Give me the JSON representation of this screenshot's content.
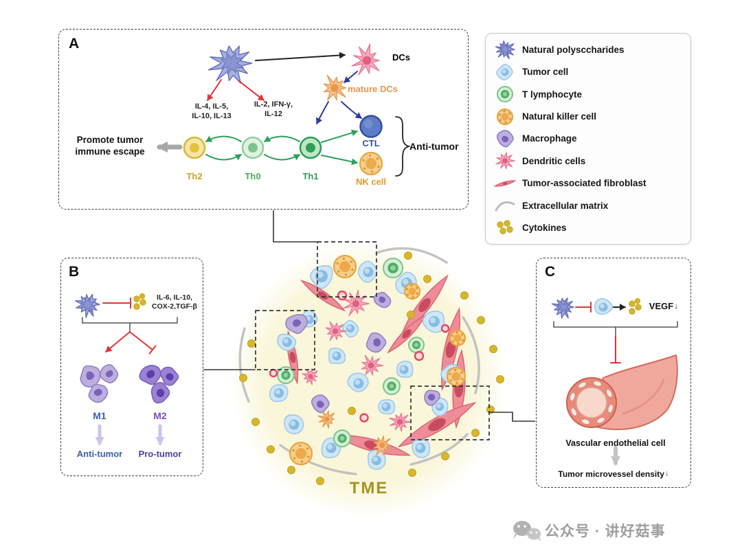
{
  "panel_a": {
    "label": "A",
    "dcs_label": "DCs",
    "mature_dcs_label": "mature DCs",
    "cytokines_left": "IL-4, IL-5,\nIL-10, IL-13",
    "cytokines_right": "IL-2, IFN-γ,\nIL-12",
    "promote_escape": "Promote tumor\nimmune escape",
    "th2_label": "Th2",
    "th0_label": "Th0",
    "th1_label": "Th1",
    "ctl_label": "CTL",
    "nk_label": "NK cell",
    "anti_tumor_label": "Anti-tumor"
  },
  "legend": {
    "items": [
      {
        "label": "Natural polysccharides",
        "icon": "polysaccharide-icon"
      },
      {
        "label": "Tumor cell",
        "icon": "tumor-cell-icon"
      },
      {
        "label": "T lymphocyte",
        "icon": "t-lymphocyte-icon"
      },
      {
        "label": "Natural killer cell",
        "icon": "nk-cell-icon"
      },
      {
        "label": "Macrophage",
        "icon": "macrophage-icon"
      },
      {
        "label": "Dendritic cells",
        "icon": "dendritic-cell-icon"
      },
      {
        "label": "Tumor-associated fibroblast",
        "icon": "fibroblast-icon"
      },
      {
        "label": "Extracellular matrix",
        "icon": "ecm-icon"
      },
      {
        "label": "Cytokines",
        "icon": "cytokines-icon"
      }
    ]
  },
  "panel_b": {
    "label": "B",
    "cytokines": "IL-6, IL-10,\nCOX-2,TGF-β",
    "m1_label": "M1",
    "m2_label": "M2",
    "anti_tumor_label": "Anti-tumor",
    "pro_tumor_label": "Pro-tumor"
  },
  "panel_c": {
    "label": "C",
    "vegf_label": "VEGF",
    "down_arrow": "↓",
    "vascular_label": "Vascular endothelial cell",
    "microvessel_label": "Tumor microvessel density"
  },
  "tme": {
    "label": "TME"
  },
  "watermark": {
    "text": "公众号 · 讲好菇事"
  },
  "colors": {
    "inhibit_red": "#e23434",
    "stimulate_green": "#2aa05a",
    "activate_blue": "#2b3a9e",
    "black_arrow": "#222222",
    "gray_arrow": "#a8a8a8",
    "gray_arrow_light": "#c4c4c4",
    "lavender_arrow": "#cfc2ec",
    "tme_label": "#a3941f",
    "cytokine_yellow": "#d8b62b"
  }
}
